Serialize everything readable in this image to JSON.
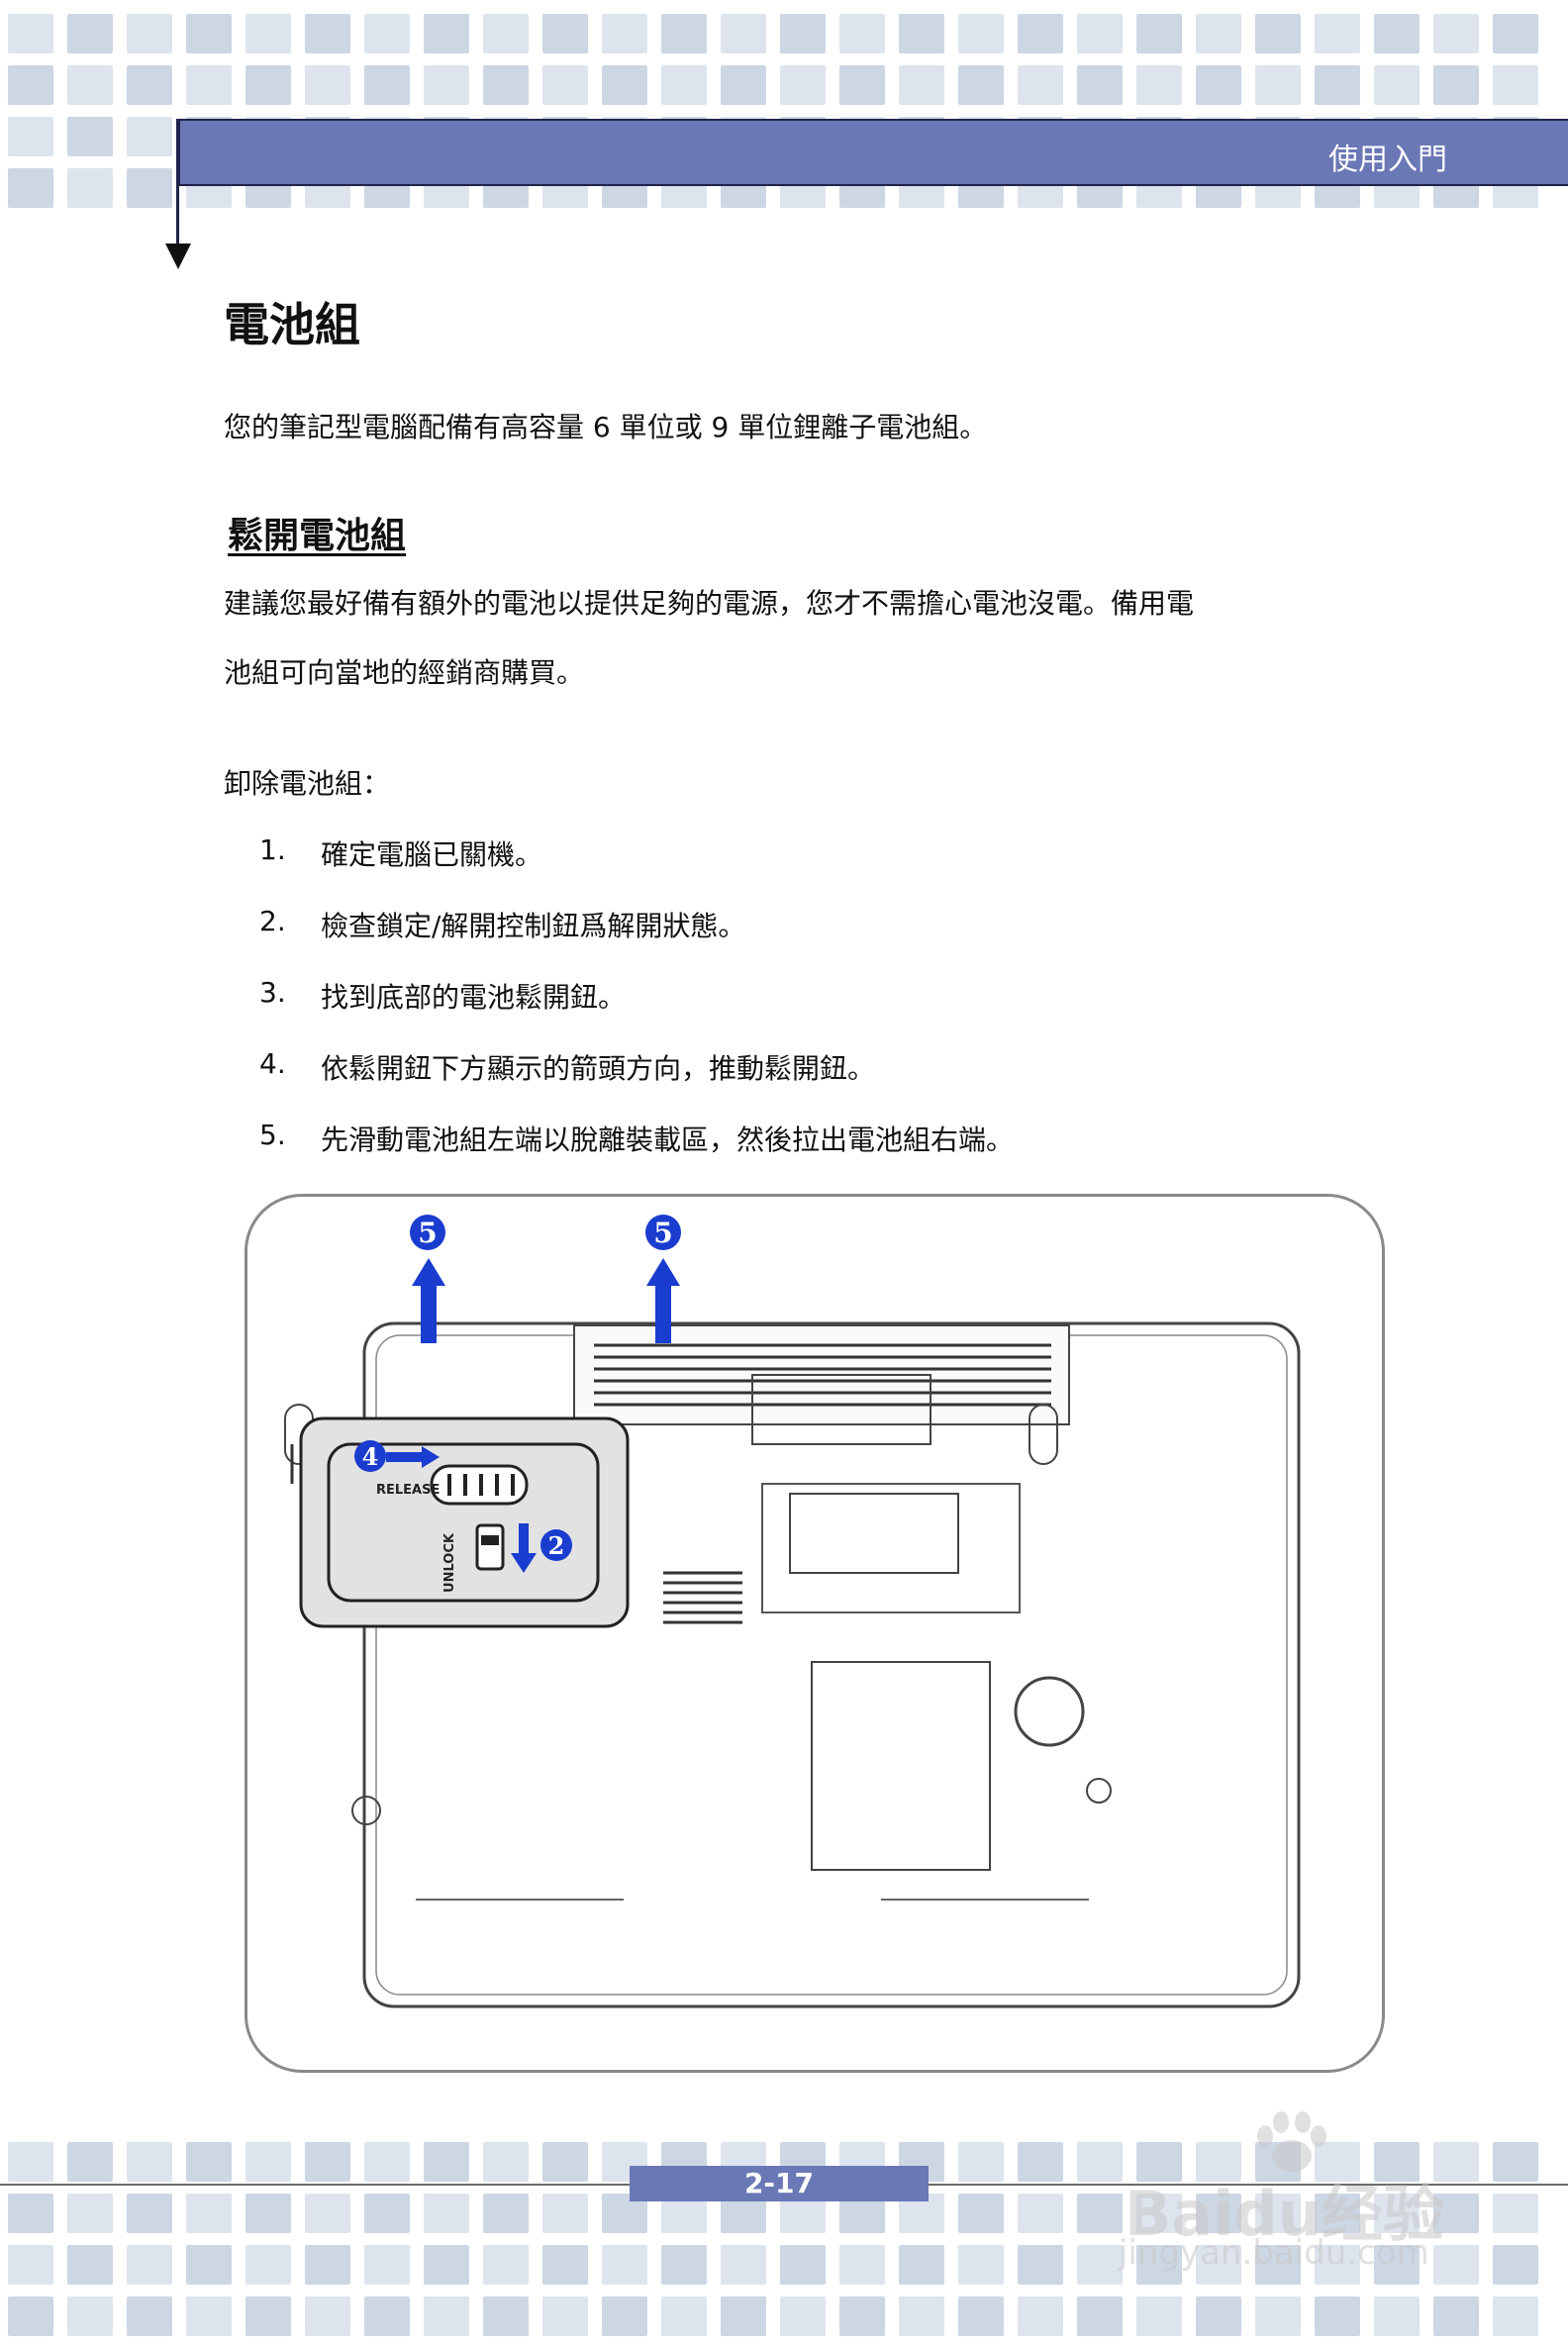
{
  "header": {
    "section_title": "使用入門"
  },
  "page": {
    "title": "電池組",
    "intro": "您的筆記型電腦配備有高容量 6 單位或 9 單位鋰離子電池組。",
    "subheading": "鬆開電池組",
    "paragraph_line1": "建議您最好備有額外的電池以提供足夠的電源，您才不需擔心電池沒電。備用電",
    "paragraph_line2": "池組可向當地的經銷商購買。",
    "remove_label": "卸除電池組：",
    "steps": [
      {
        "num": "1.",
        "text": "確定電腦已關機。"
      },
      {
        "num": "2.",
        "text": "檢查鎖定/解開控制鈕爲解開狀態。"
      },
      {
        "num": "3.",
        "text": "找到底部的電池鬆開鈕。"
      },
      {
        "num": "4.",
        "text": "依鬆開鈕下方顯示的箭頭方向，推動鬆開鈕。"
      },
      {
        "num": "5.",
        "text": "先滑動電池組左端以脫離裝載區，然後拉出電池組右端。"
      }
    ]
  },
  "figure": {
    "callout_left": "5",
    "callout_right": "5",
    "callout_release": "4",
    "callout_unlock": "2",
    "release_label": "RELEASE",
    "unlock_label": "UNLOCK",
    "accent_color": "#1a3ccf"
  },
  "footer": {
    "page_number": "2-17"
  },
  "watermark": {
    "line1": "Baidu经验",
    "line2": "jingyan.baidu.com"
  }
}
